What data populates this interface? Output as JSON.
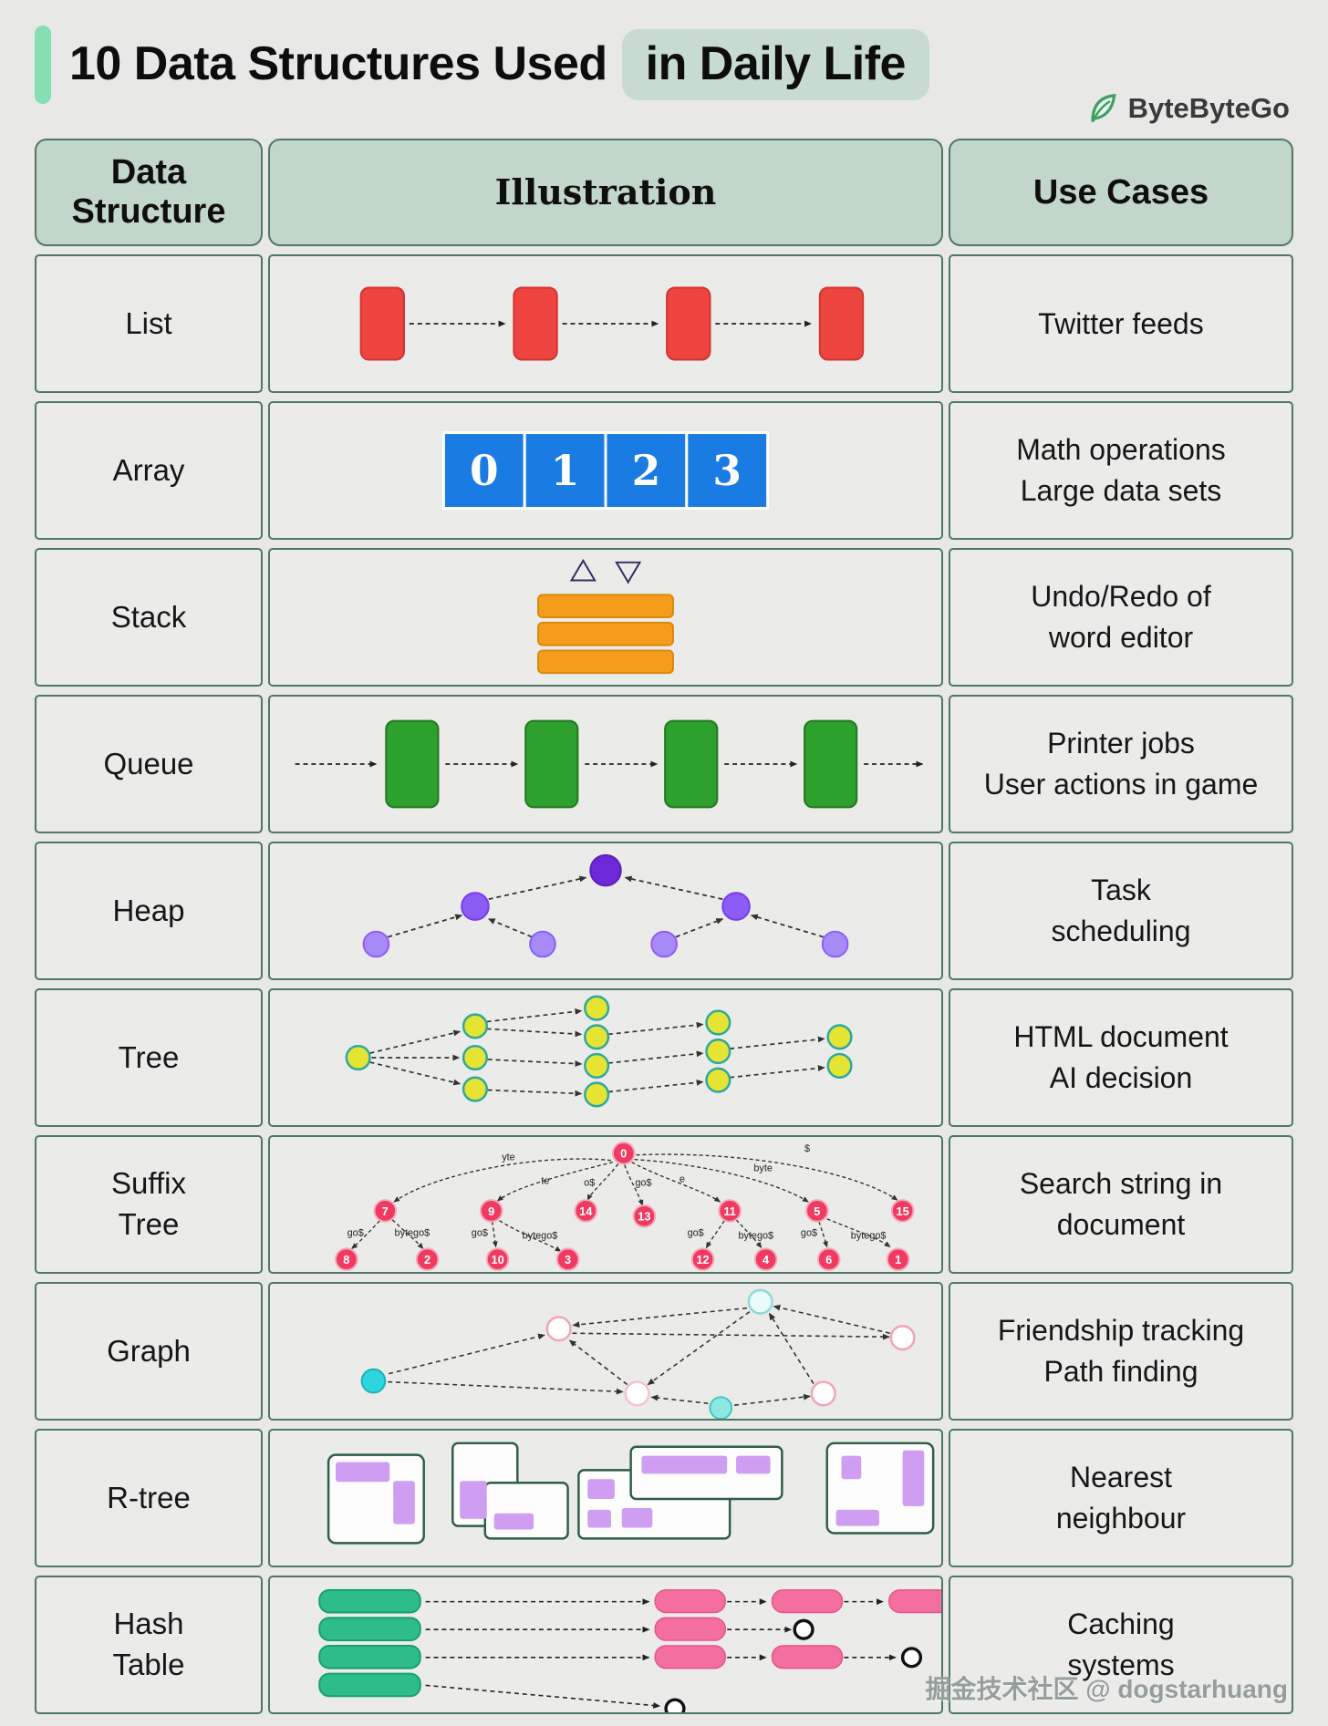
{
  "page": {
    "title_main": "10 Data Structures Used",
    "title_highlight": "in Daily Life",
    "brand": "ByteByteGo",
    "watermark": "掘金技术社区 @ dogstarhuang"
  },
  "table": {
    "headers": [
      "Data\nStructure",
      "Illustration",
      "Use Cases"
    ],
    "rows": [
      {
        "name": "List",
        "use_case": "Twitter feeds"
      },
      {
        "name": "Array",
        "use_case": "Math operations\nLarge data sets"
      },
      {
        "name": "Stack",
        "use_case": "Undo/Redo of\nword editor"
      },
      {
        "name": "Queue",
        "use_case": "Printer jobs\nUser actions in game"
      },
      {
        "name": "Heap",
        "use_case": "Task\nscheduling"
      },
      {
        "name": "Tree",
        "use_case": "HTML document\nAI decision"
      },
      {
        "name": "Suffix\nTree",
        "use_case": "Search string in\ndocument"
      },
      {
        "name": "Graph",
        "use_case": "Friendship tracking\nPath finding"
      },
      {
        "name": "R-tree",
        "use_case": "Nearest\nneighbour"
      },
      {
        "name": "Hash\nTable",
        "use_case": "Caching\nsystems"
      }
    ]
  },
  "illustrations": {
    "array": {
      "values": [
        "0",
        "1",
        "2",
        "3"
      ]
    },
    "suffix_tree": {
      "root": "0",
      "internal": [
        "7",
        "9",
        "14",
        "13",
        "11",
        "5",
        "15"
      ],
      "leaves": [
        "8",
        "2",
        "10",
        "3",
        "12",
        "4",
        "6",
        "1"
      ],
      "root_edges": [
        "yte",
        "te",
        "o$",
        "go$",
        "e",
        "byte",
        "$"
      ],
      "leaf_edges": [
        "go$",
        "bytego$",
        "go$",
        "bytego$",
        "go$",
        "bytego$",
        "go$",
        "bytego$"
      ]
    }
  },
  "colors": {
    "page_bg": "#e8e8e6",
    "accent_bar": "#86dfb2",
    "header_bg": "#c2d6ca",
    "cell_border": "#4f7766",
    "list_red": "#ee4540",
    "array_blue": "#1a7ce2",
    "stack_orange": "#f59c1b",
    "queue_green": "#2da02d",
    "heap_purple": "#7c3aed",
    "tree_yellow": "#e6e432",
    "suffix_pink": "#ef3b62",
    "graph_cyan": "#2fd5dd",
    "rtree_purple": "#cf9ef2",
    "hash_green": "#2ebd8a",
    "hash_pink": "#f56ea0"
  }
}
